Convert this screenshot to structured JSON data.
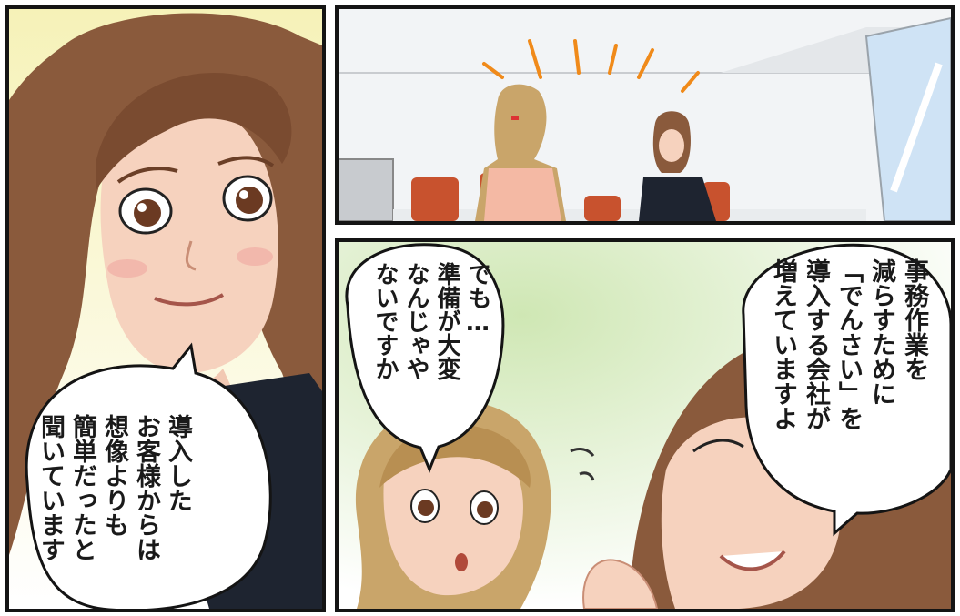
{
  "panels": {
    "left": {
      "speech": [
        "導入した",
        "お客様からは",
        "想像よりも",
        "簡単だったと",
        "聞いています"
      ]
    },
    "top_right": {},
    "bottom_right": {
      "speech_woman": [
        "事務作業を",
        "減らすために",
        "「でんさい」を",
        "導入する会社が",
        "増えていますよ"
      ],
      "speech_girl": [
        "でも…",
        "準備が大変",
        "なんじゃや",
        "ないですか"
      ]
    }
  },
  "colors": {
    "hair_brown": "#8a5a3c",
    "hair_blonde": "#c9a56a",
    "skin": "#f6d2be",
    "chair_orange": "#c8522e",
    "suit_navy": "#1e2430",
    "background_yellow": "#f4efb0",
    "background_green": "#cfe7b4"
  }
}
